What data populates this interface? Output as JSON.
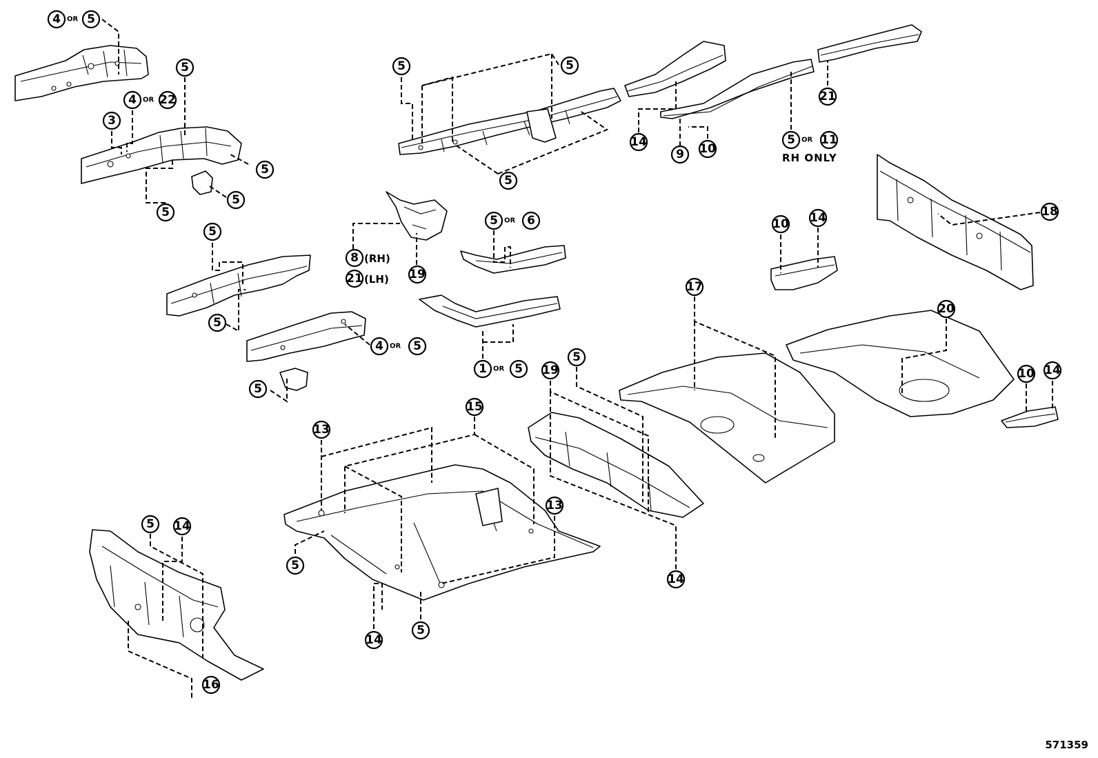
{
  "figure": {
    "diagram_id": "571359",
    "or_label": "OR",
    "note_rh_only": "RH ONLY",
    "label_rh": "(RH)",
    "label_lh": "(LH)"
  },
  "callouts": {
    "c4a": "4",
    "c5a": "5",
    "c5b": "5",
    "c4b": "4",
    "c22": "22",
    "c3": "3",
    "c5c": "5",
    "c5d": "5",
    "c5e": "5",
    "c5f": "5",
    "c5g": "5",
    "c4c": "4",
    "c5h": "5",
    "c5i": "5",
    "c5j": "5",
    "c5k": "5",
    "c5l": "5",
    "c8": "8",
    "c21a": "21",
    "c19a": "19",
    "c5m": "5",
    "c6": "6",
    "c1": "1",
    "c5n": "5",
    "c14a": "14",
    "c9": "9",
    "c10a": "10",
    "c5o": "5",
    "c11": "11",
    "c21b": "21",
    "c18": "18",
    "c10b": "10",
    "c14b": "14",
    "c17": "17",
    "c20": "20",
    "c10c": "10",
    "c14c": "14",
    "c13a": "13",
    "c15": "15",
    "c13b": "13",
    "c5p": "5",
    "c14d": "14",
    "c5q": "5",
    "c19b": "19",
    "c5r": "5",
    "c14e": "14",
    "c5s": "5",
    "c14f": "14",
    "c16": "16"
  }
}
